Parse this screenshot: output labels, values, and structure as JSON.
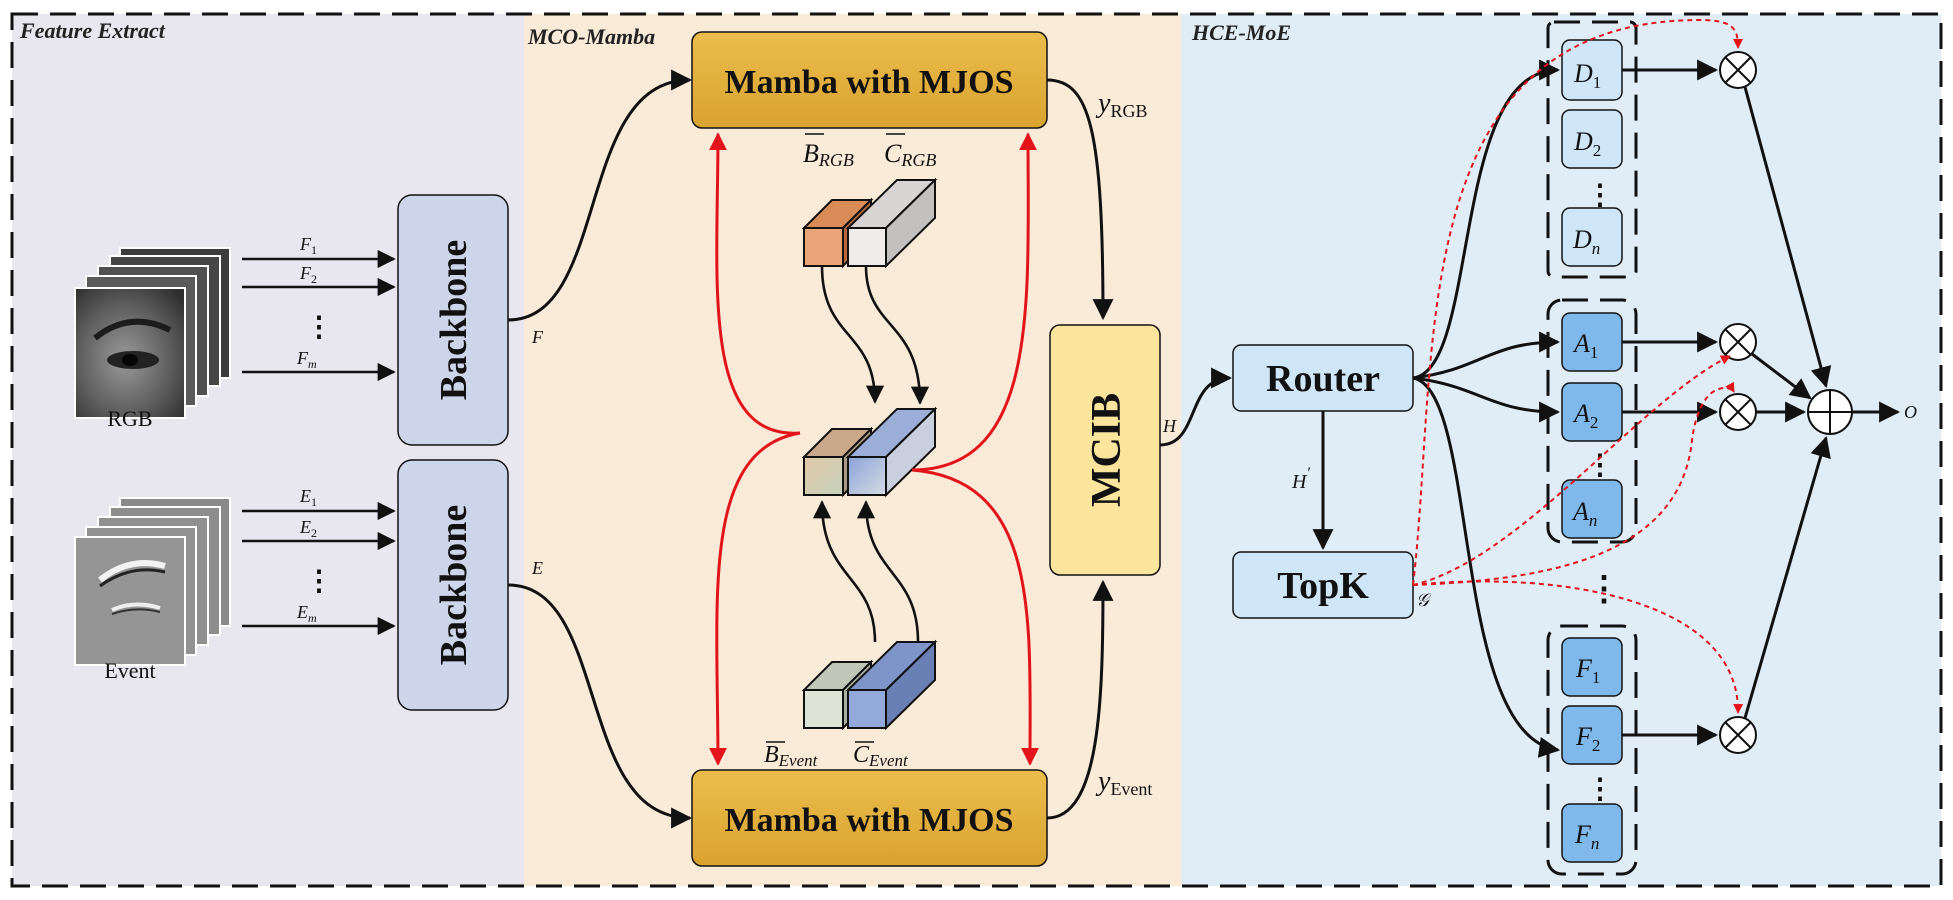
{
  "sections": {
    "feature_extract": "Feature Extract",
    "mco_mamba": "MCO-Mamba",
    "hce_moe": "HCE-MoE"
  },
  "inputs": {
    "rgb_label": "RGB",
    "event_label": "Event",
    "rgb_features": [
      "F",
      "F",
      "F"
    ],
    "rgb_feature_subs": [
      "1",
      "2",
      "m"
    ],
    "event_features": [
      "E",
      "E",
      "E"
    ],
    "event_feature_subs": [
      "1",
      "2",
      "m"
    ],
    "ellipsis": "⋮"
  },
  "backbone": {
    "label_top": "Backbone",
    "label_bottom": "Backbone",
    "out_rgb": "F",
    "out_event": "E"
  },
  "mamba": {
    "top_label": "Mamba with MJOS",
    "bottom_label": "Mamba with MJOS",
    "b_rgb": "B",
    "b_rgb_sub": "RGB",
    "c_rgb": "C",
    "c_rgb_sub": "RGB",
    "b_event": "B",
    "b_event_sub": "Event",
    "c_event": "C",
    "c_event_sub": "Event",
    "y_rgb": "y",
    "y_rgb_sub": "RGB",
    "y_event": "y",
    "y_event_sub": "Event"
  },
  "mcib": {
    "label": "MCIB",
    "output": "H"
  },
  "moe": {
    "router": "Router",
    "topk": "TopK",
    "h_prime": "H",
    "h_prime_mark": "′",
    "gate": "𝒢",
    "output": "O",
    "experts": {
      "d": {
        "letter": "D",
        "subs": [
          "1",
          "2",
          "n"
        ]
      },
      "a": {
        "letter": "A",
        "subs": [
          "1",
          "2",
          "n"
        ]
      },
      "f": {
        "letter": "F",
        "subs": [
          "1",
          "2",
          "n"
        ]
      }
    }
  },
  "colors": {
    "panel_left": "#e8e6ee",
    "panel_mid": "#f9ebd8",
    "panel_right": "#e1edf6",
    "backbone_fill": "#ccd5e9",
    "mamba_fill": "#e5b33e",
    "mcib_fill": "#fbe49b",
    "router_fill": "#cfe6f8",
    "expert_light": "#cfe6f8",
    "expert_dark": "#7fb9ec",
    "red": "#e3131a"
  }
}
